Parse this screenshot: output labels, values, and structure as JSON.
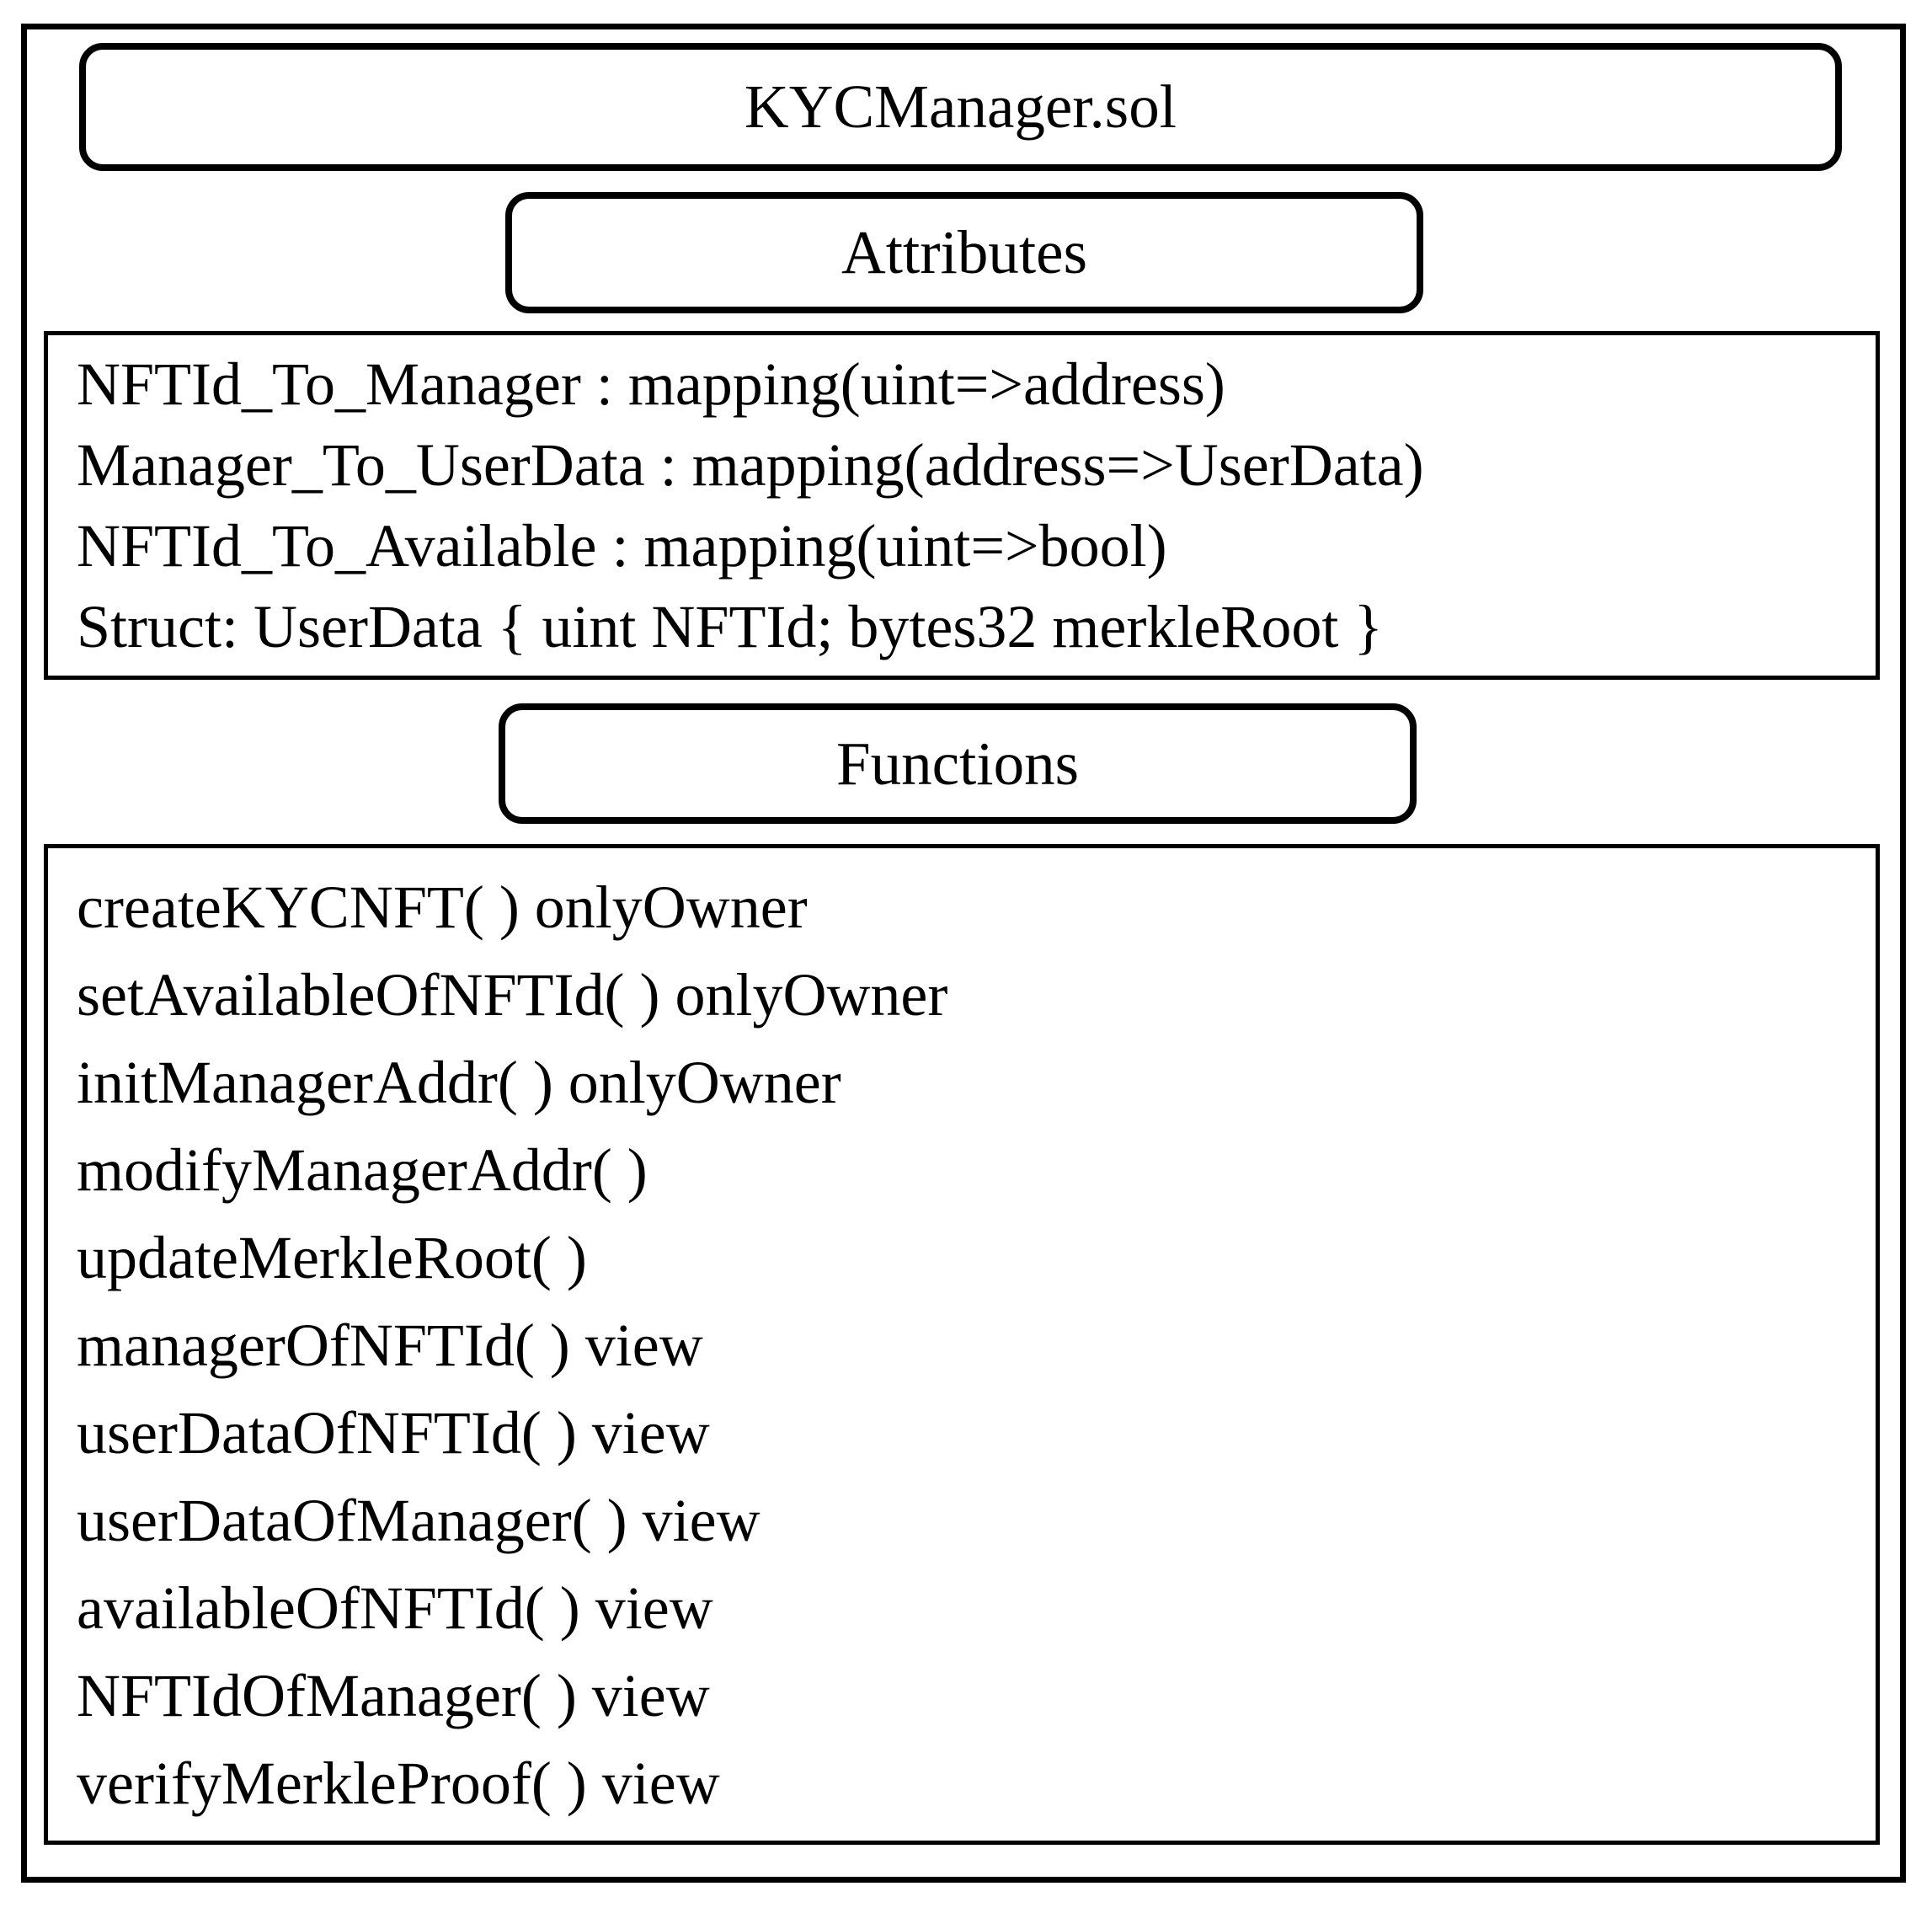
{
  "title": "KYCManager.sol",
  "colors": {
    "background": "#ffffff",
    "border": "#000000",
    "text": "#000000"
  },
  "sections": {
    "attributes": {
      "label": "Attributes",
      "lines": [
        "NFTId_To_Manager : mapping(uint=>address)",
        "Manager_To_UserData : mapping(address=>UserData)",
        "NFTId_To_Available : mapping(uint=>bool)",
        "Struct: UserData { uint NFTId; bytes32 merkleRoot }"
      ]
    },
    "functions": {
      "label": "Functions",
      "lines": [
        "createKYCNFT( ) onlyOwner",
        "setAvailableOfNFTId( ) onlyOwner",
        "initManagerAddr( ) onlyOwner",
        "modifyManagerAddr( )",
        "updateMerkleRoot( )",
        "managerOfNFTId( ) view",
        "userDataOfNFTId( ) view",
        "userDataOfManager( ) view",
        "availableOfNFTId( ) view",
        "NFTIdOfManager( ) view",
        "verifyMerkleProof( ) view"
      ]
    }
  }
}
